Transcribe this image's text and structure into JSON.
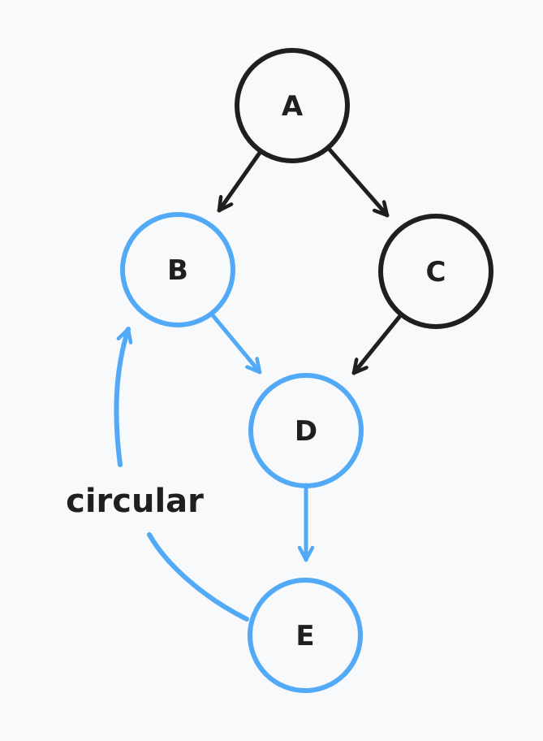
{
  "colors": {
    "background": "#f8f9fb",
    "default_stroke": "#1f1f1f",
    "highlight_stroke": "#52aaf6",
    "text": "#1f1f1f"
  },
  "nodes": [
    {
      "id": "A",
      "label": "A",
      "highlighted": false
    },
    {
      "id": "B",
      "label": "B",
      "highlighted": true
    },
    {
      "id": "C",
      "label": "C",
      "highlighted": false
    },
    {
      "id": "D",
      "label": "D",
      "highlighted": true
    },
    {
      "id": "E",
      "label": "E",
      "highlighted": true
    }
  ],
  "edges": [
    {
      "from": "A",
      "to": "B",
      "highlighted": false
    },
    {
      "from": "A",
      "to": "C",
      "highlighted": false
    },
    {
      "from": "B",
      "to": "D",
      "highlighted": true
    },
    {
      "from": "C",
      "to": "D",
      "highlighted": false
    },
    {
      "from": "D",
      "to": "E",
      "highlighted": true
    },
    {
      "from": "E",
      "to": "B",
      "highlighted": true,
      "label": "circular"
    }
  ]
}
